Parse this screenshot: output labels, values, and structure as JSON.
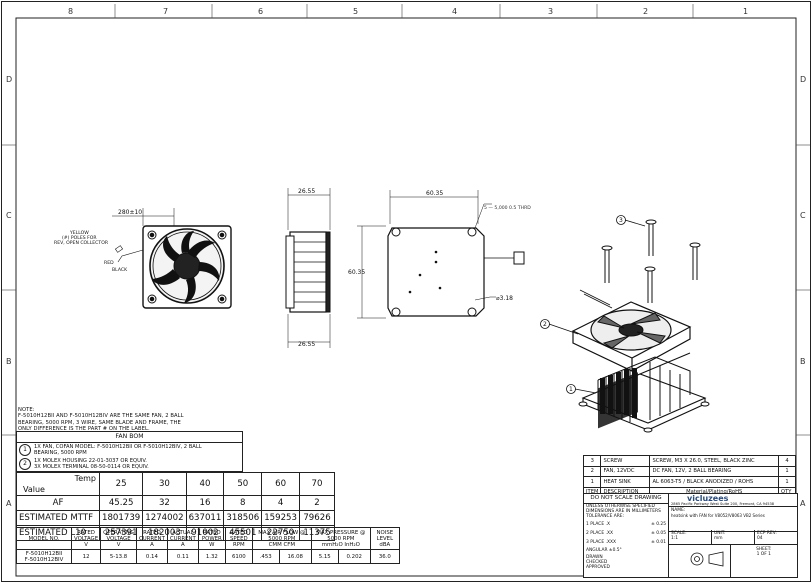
{
  "border": {
    "top_cols": [
      "8",
      "7",
      "6",
      "5",
      "4",
      "3",
      "2",
      "1"
    ],
    "side_rows": [
      "D",
      "C",
      "B",
      "A"
    ]
  },
  "dims": {
    "front_width": "280±10",
    "wire_label": "YELLOW\n(#) POLES FOR\nREV, OPEN COLLECTOR",
    "red_label": "RED",
    "black_label": "BLACK",
    "side_depth": "26.55",
    "side_depth_bottom": "26.55",
    "top_width": "60.35",
    "height": "60.35",
    "hole": "⌀3.18",
    "screw_note": "5 — 5,000 0.5 THRD"
  },
  "note": {
    "line1": "NOTE:",
    "line2": "F-5010H12BII AND F-5010H12BIV ARE THE SAME FAN, 2 BALL",
    "line3": "BEARING, 5000 RPM, 3 WIRE, SAME BLADE AND FRAME, THE",
    "line4": "ONLY DIFFERENCE IS THE PART # ON THE LABEL."
  },
  "fan_bom": {
    "title": "FAN BOM",
    "items": [
      {
        "num": "1",
        "line1": "1X FAN, COFAN MODEL: F-5010H12BII OR F-5010H12BIV, 2 BALL",
        "line2": "BEARING, 5000 RPM"
      },
      {
        "num": "2",
        "line1": "1X MOLEX HOUSING 22-01-3037 OR EQUIV.",
        "line2": "3X MOLEX TERMINAL 08-50-0114 OR EQUIV."
      }
    ]
  },
  "mttf": {
    "temp_label": "Temp",
    "value_label": "Value",
    "temps": [
      "25",
      "30",
      "40",
      "50",
      "60",
      "70"
    ],
    "rows": [
      {
        "label": "AF",
        "values": [
          "45.25",
          "32",
          "16",
          "8",
          "4",
          "2"
        ]
      },
      {
        "label": "ESTIMATED MTTF",
        "values": [
          "1801739",
          "1274002",
          "637011",
          "318506",
          "159253",
          "79626"
        ]
      },
      {
        "label": "ESTIMATED L10",
        "values": [
          "257391",
          "182003",
          "91002",
          "45501",
          "22750",
          "11375"
        ]
      }
    ]
  },
  "specs": {
    "headers": [
      {
        "h": "MODEL NO.",
        "u": ""
      },
      {
        "h": "RATED VOLTAGE",
        "u": "V"
      },
      {
        "h": "OPERATING VOLTAGE",
        "u": "V"
      },
      {
        "h": "RATED CURRENT",
        "u": "A"
      },
      {
        "h": "ACTUAL CURRENT",
        "u": "A"
      },
      {
        "h": "RATED POWER",
        "u": "W"
      },
      {
        "h": "RATED SPEED",
        "u": "RPM"
      },
      {
        "h": "MAX AIR FLOW @ 5000 RPM",
        "u": "CMM    CFM"
      },
      {
        "h": "MAX PRESSURE @ 5000 RPM",
        "u": "mmH₂O  InH₂O"
      },
      {
        "h": "NOISE LEVEL",
        "u": "dBA"
      }
    ],
    "model1": "F-5010H12BII",
    "model2": "F-5010H12BIV",
    "row": [
      "12",
      "5-13.8",
      "0.14",
      "0.11",
      "1.32",
      "6100",
      ".453",
      "16.08",
      "5.15",
      "0.202",
      "36.0"
    ]
  },
  "bom": {
    "rows": [
      {
        "item": "3",
        "desc": "SCREW",
        "mat": "SCREW, M3 X 26.0, STEEL, BLACK ZINC",
        "qty": "4"
      },
      {
        "item": "2",
        "desc": "FAN, 12VDC",
        "mat": "DC FAN, 12V, 2 BALL BEARING",
        "qty": "1"
      },
      {
        "item": "1",
        "desc": "HEAT SINK",
        "mat": "AL 6063-T5 / BLACK ANODIZED / ROHS",
        "qty": "1"
      }
    ],
    "hdr_item": "ITEM",
    "hdr_desc": "DESCRIPTION",
    "hdr_mat": "Material/Plating/RoHS",
    "hdr_qty": "QTY"
  },
  "title_block": {
    "do_not_scale": "DO NOT SCALE DRAWING",
    "tolerance_intro": "UNLESS OTHERWISE SPECIFIED DIMENSIONS ARE IN MILLIMETERS TOLERANCE ARE:",
    "tol1_label": "1 PLACE  .X",
    "tol1": "± 0.25",
    "tol2_label": "2 PLACE  .XX",
    "tol2": "± 0.05",
    "tol3_label": "3 PLACE  .XXX",
    "tol3": "± 0.01",
    "angular": "ANGULAR ±0.5°",
    "company": "vicluzees",
    "company_sub": "2865 Pacific Parkway West Suite 200, Fremont, CA 94538",
    "name_label": "NAME:",
    "name_value": "heatsink with FAN for V8052/V8063 VB2 Series",
    "scale_label": "SCALE:",
    "scale_value": "1:1",
    "unit_label": "UNIT:",
    "unit_value": "mm",
    "rev_label": "ECP REV:",
    "rev_value": "04",
    "sheet_label": "SHEET:",
    "sheet_value": "1 OF 1",
    "checks": [
      "DRAWN",
      "CHECKED",
      "APPROVED"
    ]
  }
}
